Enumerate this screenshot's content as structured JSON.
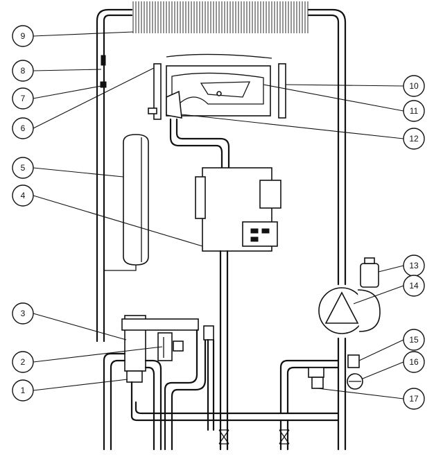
{
  "callouts": [
    {
      "number": "1"
    },
    {
      "number": "2"
    },
    {
      "number": "3"
    },
    {
      "number": "4"
    },
    {
      "number": "5"
    },
    {
      "number": "6"
    },
    {
      "number": "7"
    },
    {
      "number": "8"
    },
    {
      "number": "9"
    },
    {
      "number": "10"
    },
    {
      "number": "11"
    },
    {
      "number": "12"
    },
    {
      "number": "13"
    },
    {
      "number": "14"
    },
    {
      "number": "15"
    },
    {
      "number": "16"
    },
    {
      "number": "17"
    }
  ],
  "colors": {
    "line": "#111111",
    "background": "#ffffff"
  }
}
